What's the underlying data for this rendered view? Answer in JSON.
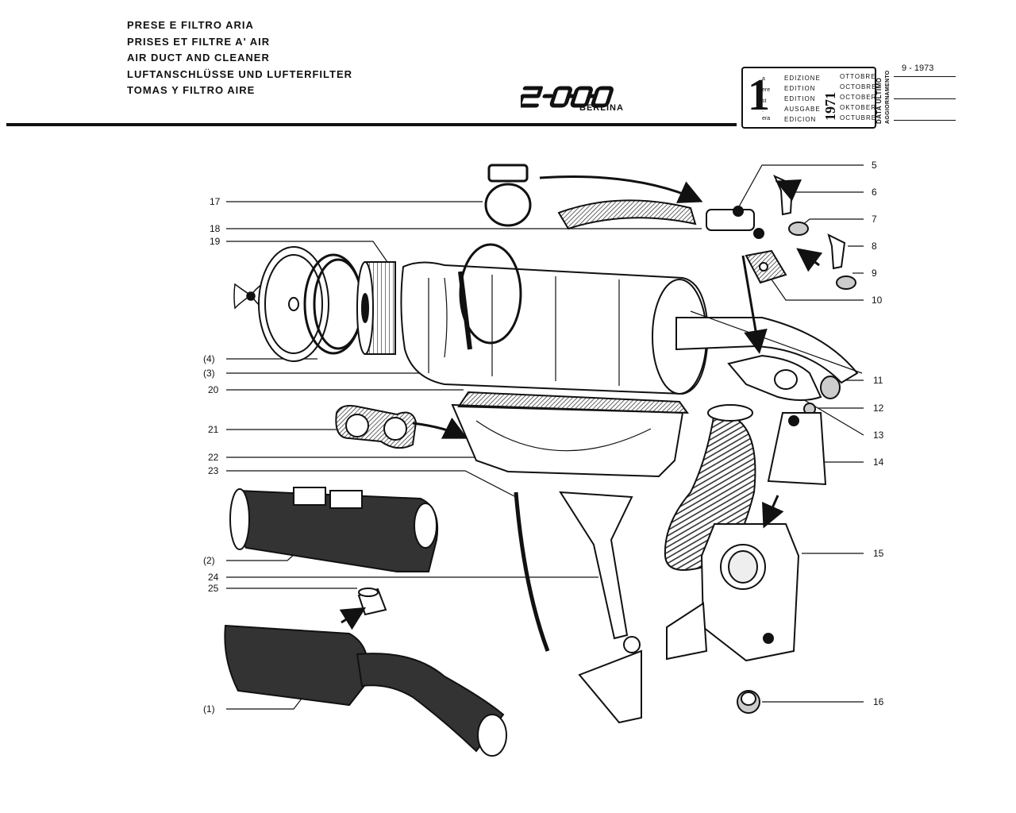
{
  "header": {
    "titles": [
      "PRESE E FILTRO ARIA",
      "PRISES ET FILTRE A' AIR",
      "AIR DUCT AND CLEANER",
      "LUFTANSCHLÜSSE UND LUFTERFILTER",
      "TOMAS Y FILTRO AIRE"
    ],
    "model_logo": "2000",
    "model_sub": "BERLINA"
  },
  "edition_box": {
    "number": "1",
    "superscripts": [
      "a",
      "ere",
      "st",
      ".",
      "era"
    ],
    "words": [
      "EDIZIONE",
      "EDITION",
      "EDITION",
      "AUSGABE",
      "EDICION"
    ],
    "year": "1971",
    "months": [
      "OTTOBRE",
      "OCTOBRE",
      "OCTOBER",
      "OKTOBER",
      "OCTUBRE"
    ],
    "data_ultimo_line1": "DATA ULTIMO",
    "data_ultimo_line2": "AGGIORNAMENTO",
    "update_date": "9 - 1973"
  },
  "callouts": {
    "right": [
      "5",
      "6",
      "7",
      "8",
      "9",
      "10",
      "11",
      "12",
      "13",
      "14",
      "15",
      "16"
    ],
    "left": [
      "17",
      "18",
      "19",
      "(4)",
      "(3)",
      "20",
      "21",
      "22",
      "23",
      "(2)",
      "24",
      "25",
      "(1)"
    ]
  }
}
